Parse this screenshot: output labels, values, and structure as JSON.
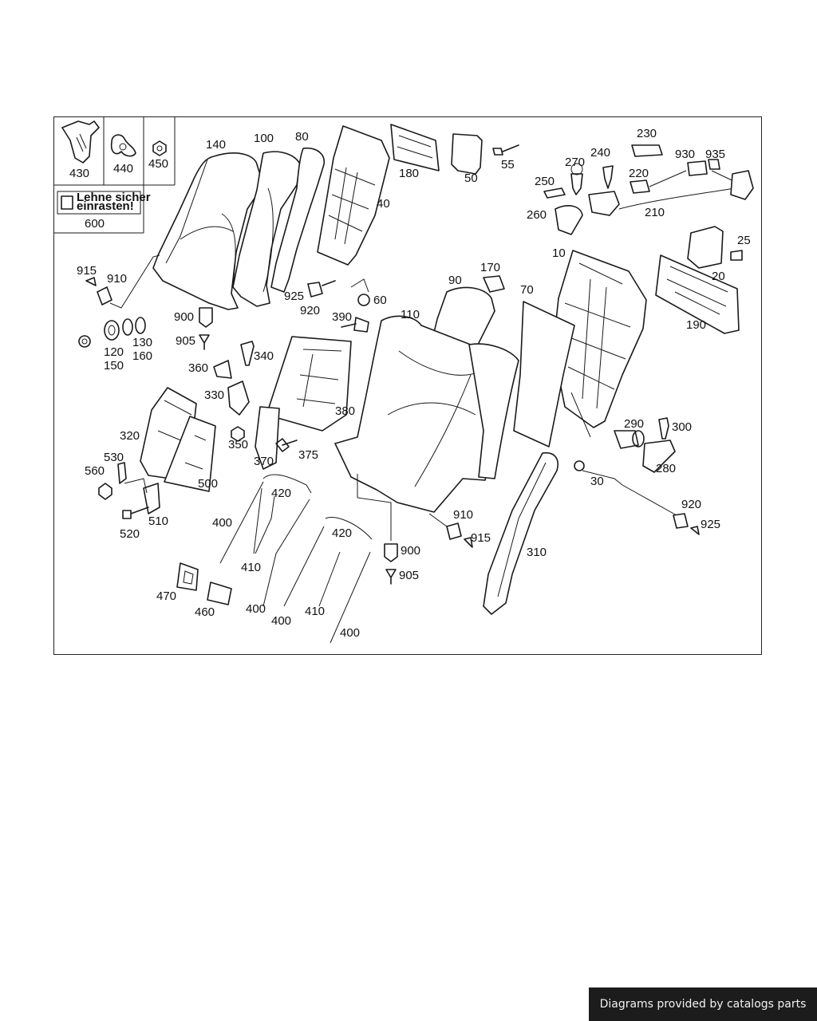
{
  "diagram": {
    "callouts": {
      "c430": "430",
      "c440": "440",
      "c450": "450",
      "c600": "600",
      "c140": "140",
      "c100": "100",
      "c80": "80",
      "c40": "40",
      "c180": "180",
      "c50": "50",
      "c55": "55",
      "c230": "230",
      "c270": "270",
      "c240": "240",
      "c930": "930",
      "c935": "935",
      "c250": "250",
      "c220": "220",
      "c260": "260",
      "c210": "210",
      "c25": "25",
      "c20": "20",
      "c10": "10",
      "c190": "190",
      "c915a": "915",
      "c910a": "910",
      "c900a": "900",
      "c905a": "905",
      "c925a": "925",
      "c920a": "920",
      "c60": "60",
      "c390": "390",
      "c120": "120",
      "c150": "150",
      "c130": "130",
      "c160": "160",
      "c340": "340",
      "c360": "360",
      "c330": "330",
      "c380": "380",
      "c350": "350",
      "c370": "370",
      "c375": "375",
      "c110": "110",
      "c90": "90",
      "c170": "170",
      "c70": "70",
      "c320": "320",
      "c530": "530",
      "c560": "560",
      "c500": "500",
      "c510": "510",
      "c520": "520",
      "c420a": "420",
      "c400a": "400",
      "c410a": "410",
      "c420b": "420",
      "c470": "470",
      "c460": "460",
      "c400b": "400",
      "c400c": "400",
      "c410b": "410",
      "c400d": "400",
      "c910b": "910",
      "c915b": "915",
      "c900b": "900",
      "c905b": "905",
      "c310": "310",
      "c290": "290",
      "c300": "300",
      "c280": "280",
      "c30": "30",
      "c920b": "920",
      "c925b": "925"
    },
    "sticker_text": [
      "Lehne sicher",
      "einrasten!"
    ]
  },
  "footer": {
    "credit": "Diagrams provided by catalogs parts"
  }
}
